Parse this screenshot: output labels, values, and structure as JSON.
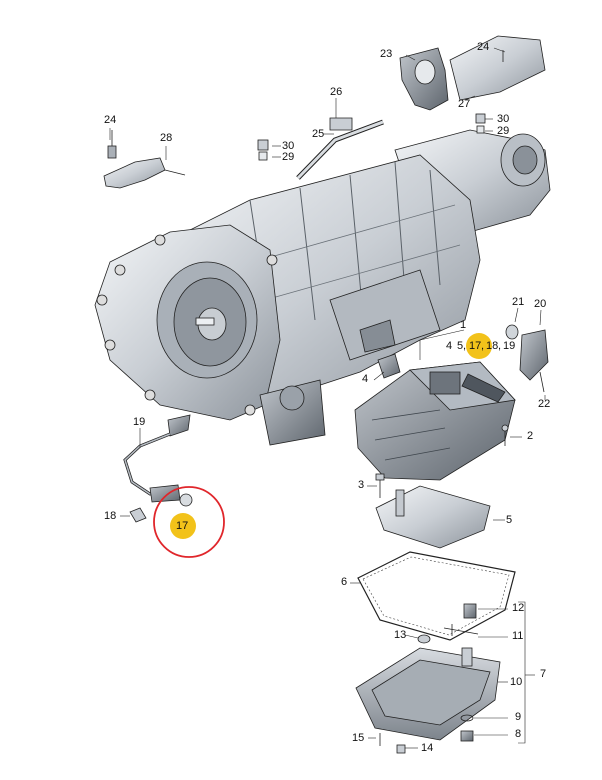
{
  "diagram": {
    "callouts": {
      "c1": "1",
      "c2": "2",
      "c3": "3",
      "c4a": "4",
      "c4b": "4",
      "c5a": "5",
      "c5b": "5",
      "c6": "6",
      "c7": "7",
      "c8": "8",
      "c9": "9",
      "c10": "10",
      "c11": "11",
      "c12": "12",
      "c13": "13",
      "c14": "14",
      "c15": "15",
      "c17a": "17",
      "c17b": "17",
      "c18a": "18",
      "c18b": "18",
      "c19a": "19",
      "c19b": "19",
      "c20": "20",
      "c21": "21",
      "c22": "22",
      "c23": "23",
      "c24a": "24",
      "c24b": "24",
      "c25": "25",
      "c26": "26",
      "c27": "27",
      "c28": "28",
      "c29a": "29",
      "c29b": "29",
      "c30a": "30",
      "c30b": "30"
    },
    "sep_comma1": ",",
    "sep_comma2": ",",
    "sep_comma3": ",",
    "sep_comma4": ",",
    "colors": {
      "highlight": "#f2c21a",
      "ring": "#e0262b",
      "line": "#222222"
    }
  }
}
